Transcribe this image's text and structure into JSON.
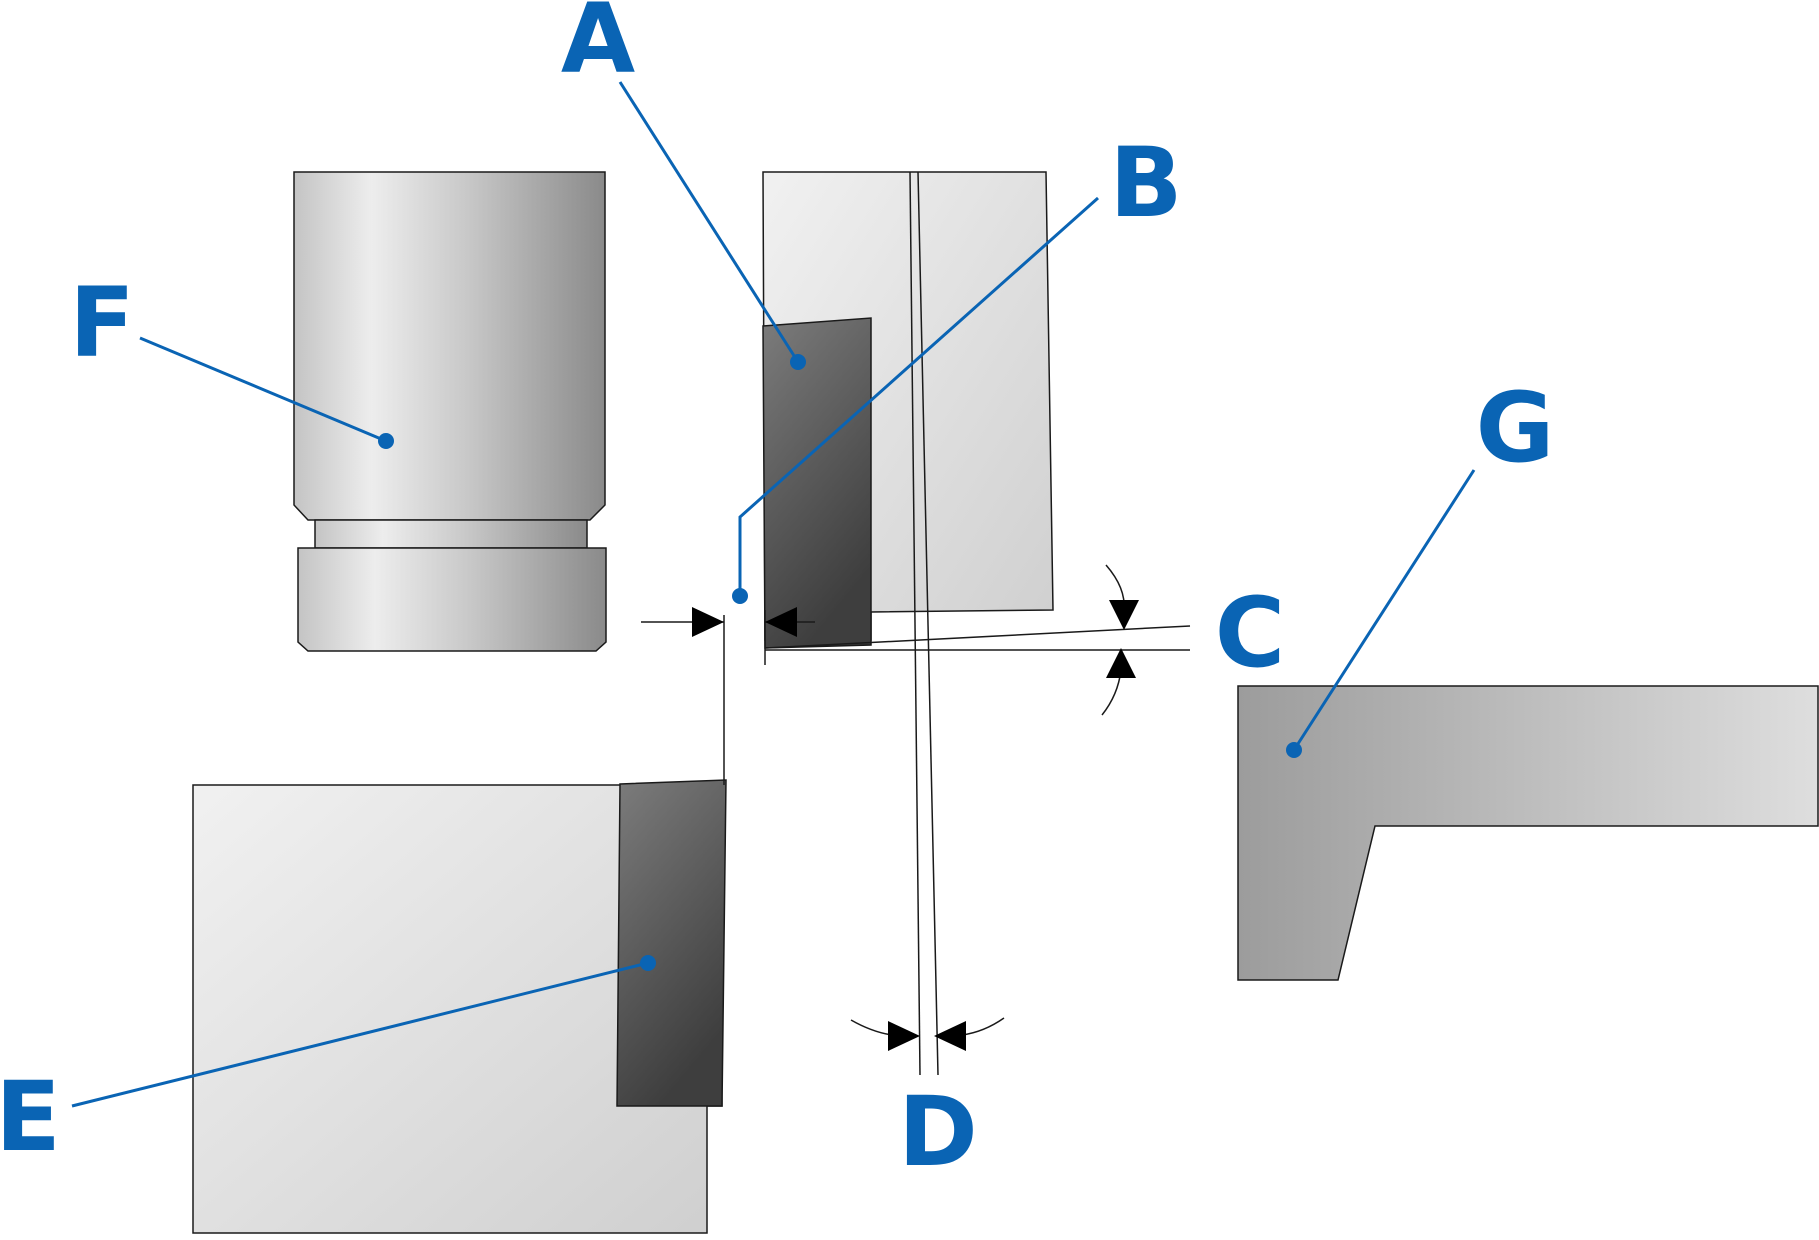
{
  "labels": {
    "a": "A",
    "b": "B",
    "c": "C",
    "d": "D",
    "e": "E",
    "f": "F",
    "g": "G"
  },
  "colors": {
    "callout": "#0a64b4",
    "outline": "#1a1a1a",
    "light_metal": "#dcdcdc",
    "dark_blade": "#5a5a5a"
  }
}
